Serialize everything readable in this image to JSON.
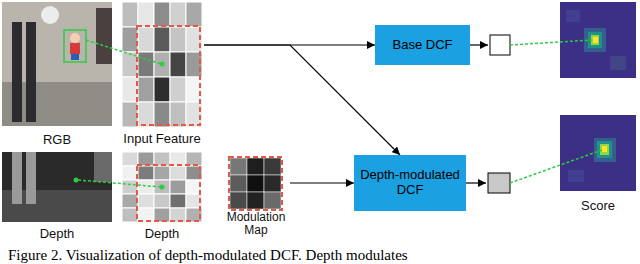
{
  "diagram": {
    "caption": "Figure 2. Visualization of depth-modulated DCF. Depth modulates",
    "nodes": [
      {
        "text": [
          "Input Feature"
        ]
      },
      {
        "text": [
          "Base DCF"
        ]
      },
      {
        "text": [
          "Modulation Map"
        ]
      },
      {
        "text": [
          "Depth-modulated DCF"
        ]
      }
    ],
    "edges": [
      {
        "from": 0,
        "to": 1,
        "arrow": "to"
      },
      {
        "from": 0,
        "to": 3,
        "arrow": "to"
      },
      {
        "from": 2,
        "to": 3,
        "arrow": "to"
      }
    ],
    "labels": [
      "RGB",
      "Depth",
      "Depth",
      "Score"
    ]
  }
}
